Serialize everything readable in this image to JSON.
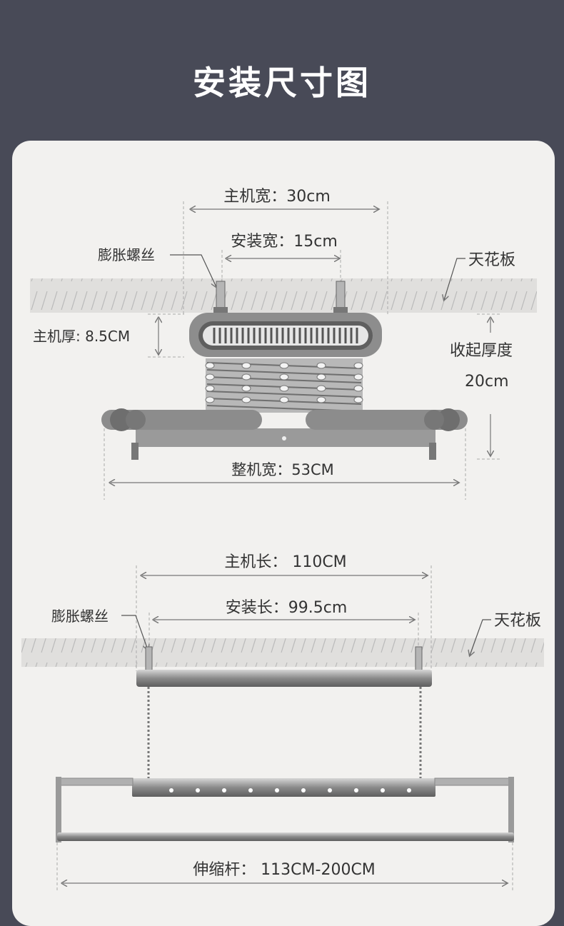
{
  "title": "安装尺寸图",
  "front_view": {
    "host_width": "主机宽：30cm",
    "install_width": "安装宽：15cm",
    "expansion_screw": "膨胀螺丝",
    "ceiling": "天花板",
    "host_thickness": "主机厚: 8.5CM",
    "retract_thickness_label": "收起厚度",
    "retract_thickness_value": "20cm",
    "overall_width": "整机宽：53CM"
  },
  "side_view": {
    "host_length": "主机长：  110CM",
    "install_length": "安装长：99.5cm",
    "expansion_screw": "膨胀螺丝",
    "ceiling": "天花板",
    "telescopic_rod": "伸缩杆：  113CM-200CM"
  },
  "colors": {
    "header_bg": "#484a57",
    "card_bg": "#f2f1ef",
    "device_gray": "#8f8f8f"
  }
}
